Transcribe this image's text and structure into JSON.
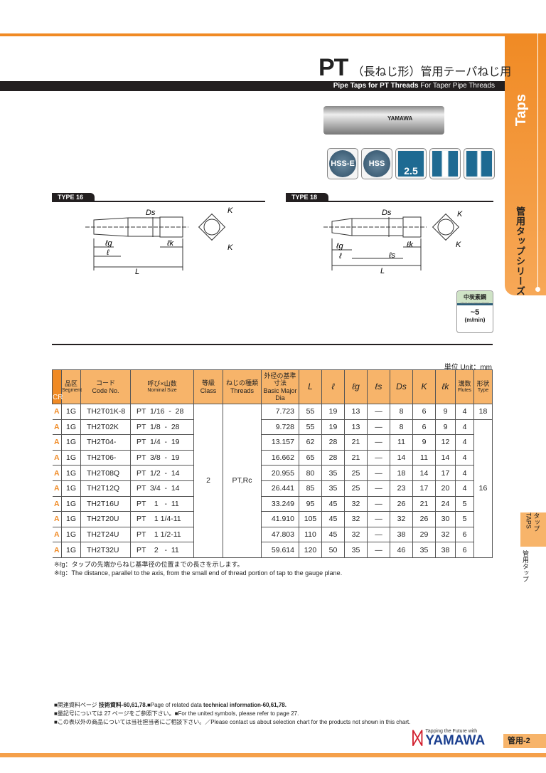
{
  "header": {
    "title_main": "PT",
    "title_jp": "（長ねじ形）管用テーパねじ用",
    "subtitle_bold": "Pipe Taps for PT Threads",
    "subtitle": "For Taper Pipe Threads",
    "tap_brand": "YAMAWA"
  },
  "side": {
    "taps": "Taps",
    "series": "管用タップシリーズ",
    "tab_taps": "タップ TAPS",
    "tab_pipe": "管用タップ"
  },
  "icons": [
    "HSS-E",
    "HSS",
    "2.5"
  ],
  "types": {
    "t16": "TYPE 16",
    "t18": "TYPE 18"
  },
  "dims": {
    "Ds": "Ds",
    "K": "K",
    "lg": "ℓg",
    "lk": "ℓk",
    "l": "ℓ",
    "L": "L",
    "ls": "ℓs"
  },
  "speed": {
    "material": "中炭素鋼",
    "material_en": "Medium Carbon Steels",
    "value": "~5",
    "unit": "(m/min)"
  },
  "table": {
    "unit": "単位 Unit：mm",
    "headers": {
      "cr": "CR",
      "seg_jp": "品区",
      "seg_en": "Segment",
      "code_jp": "コード",
      "code_en": "Code No.",
      "size_jp": "呼び×山数",
      "size_en": "Nominal Size",
      "class_jp": "等級",
      "class_en": "Class",
      "threads_jp": "ねじの種類",
      "threads_en": "Threads",
      "dia_jp": "外径の基準寸法",
      "dia_en": "Basic Major Dia",
      "L": "L",
      "l": "ℓ",
      "lg": "ℓg",
      "ls": "ℓs",
      "Ds": "Ds",
      "K": "K",
      "lk": "ℓk",
      "flutes_jp": "溝数",
      "flutes_en": "Flutes",
      "type_jp": "形状",
      "type_en": "Type"
    },
    "class": "2",
    "threads": "PT,Rc",
    "type_first": "18",
    "type_rest": "16",
    "rows": [
      {
        "cr": "A",
        "seg": "1G",
        "code": "TH2T01K-8",
        "size": "PT  1/16  -  28",
        "dia": "7.723",
        "L": "55",
        "l": "19",
        "lg": "13",
        "ls": "—",
        "Ds": "8",
        "K": "6",
        "lk": "9",
        "fl": "4"
      },
      {
        "cr": "A",
        "seg": "1G",
        "code": "TH2T02K",
        "size": "PT  1/8  -  28",
        "dia": "9.728",
        "L": "55",
        "l": "19",
        "lg": "13",
        "ls": "—",
        "Ds": "8",
        "K": "6",
        "lk": "9",
        "fl": "4"
      },
      {
        "cr": "A",
        "seg": "1G",
        "code": "TH2T04-",
        "size": "PT  1/4  -  19",
        "dia": "13.157",
        "L": "62",
        "l": "28",
        "lg": "21",
        "ls": "—",
        "Ds": "11",
        "K": "9",
        "lk": "12",
        "fl": "4"
      },
      {
        "cr": "A",
        "seg": "1G",
        "code": "TH2T06-",
        "size": "PT  3/8  -  19",
        "dia": "16.662",
        "L": "65",
        "l": "28",
        "lg": "21",
        "ls": "—",
        "Ds": "14",
        "K": "11",
        "lk": "14",
        "fl": "4"
      },
      {
        "cr": "A",
        "seg": "1G",
        "code": "TH2T08Q",
        "size": "PT  1/2  -  14",
        "dia": "20.955",
        "L": "80",
        "l": "35",
        "lg": "25",
        "ls": "—",
        "Ds": "18",
        "K": "14",
        "lk": "17",
        "fl": "4"
      },
      {
        "cr": "A",
        "seg": "1G",
        "code": "TH2T12Q",
        "size": "PT  3/4  -  14",
        "dia": "26.441",
        "L": "85",
        "l": "35",
        "lg": "25",
        "ls": "—",
        "Ds": "23",
        "K": "17",
        "lk": "20",
        "fl": "4"
      },
      {
        "cr": "A",
        "seg": "1G",
        "code": "TH2T16U",
        "size": "PT    1   -  11",
        "dia": "33.249",
        "L": "95",
        "l": "45",
        "lg": "32",
        "ls": "—",
        "Ds": "26",
        "K": "21",
        "lk": "24",
        "fl": "5"
      },
      {
        "cr": "A",
        "seg": "1G",
        "code": "TH2T20U",
        "size": "PT    1 1/4-11",
        "dia": "41.910",
        "L": "105",
        "l": "45",
        "lg": "32",
        "ls": "—",
        "Ds": "32",
        "K": "26",
        "lk": "30",
        "fl": "5"
      },
      {
        "cr": "A",
        "seg": "1G",
        "code": "TH2T24U",
        "size": "PT    1 1/2-11",
        "dia": "47.803",
        "L": "110",
        "l": "45",
        "lg": "32",
        "ls": "—",
        "Ds": "38",
        "K": "29",
        "lk": "32",
        "fl": "6"
      },
      {
        "cr": "A",
        "seg": "1G",
        "code": "TH2T32U",
        "size": "PT    2   -  11",
        "dia": "59.614",
        "L": "120",
        "l": "50",
        "lg": "35",
        "ls": "—",
        "Ds": "46",
        "K": "35",
        "lk": "38",
        "fl": "6"
      }
    ]
  },
  "notes": [
    "※ℓg：タップの先端からねじ基準径の位置までの長さを示します。",
    "※ℓg：The distance, parallel to the axis, from the small end of thread portion of tap to the gauge plane."
  ],
  "footer": {
    "l1a": "■関連資料ページ ",
    "l1b": "技術資料-60,61,78.",
    "l1c": "■Page of related data ",
    "l1d": "technical information-60,61,78.",
    "l2": "■量記号については 27 ページをご参照下さい。■For the united symbols, please refer to page 27.",
    "l3": "■この表以外の商品については当社担当者にご相談下さい。／Please contact us about selection chart for the products not shown in this chart.",
    "tagline": "Tapping the Future with",
    "brand": "YAMAWA",
    "page": "管用-2"
  }
}
